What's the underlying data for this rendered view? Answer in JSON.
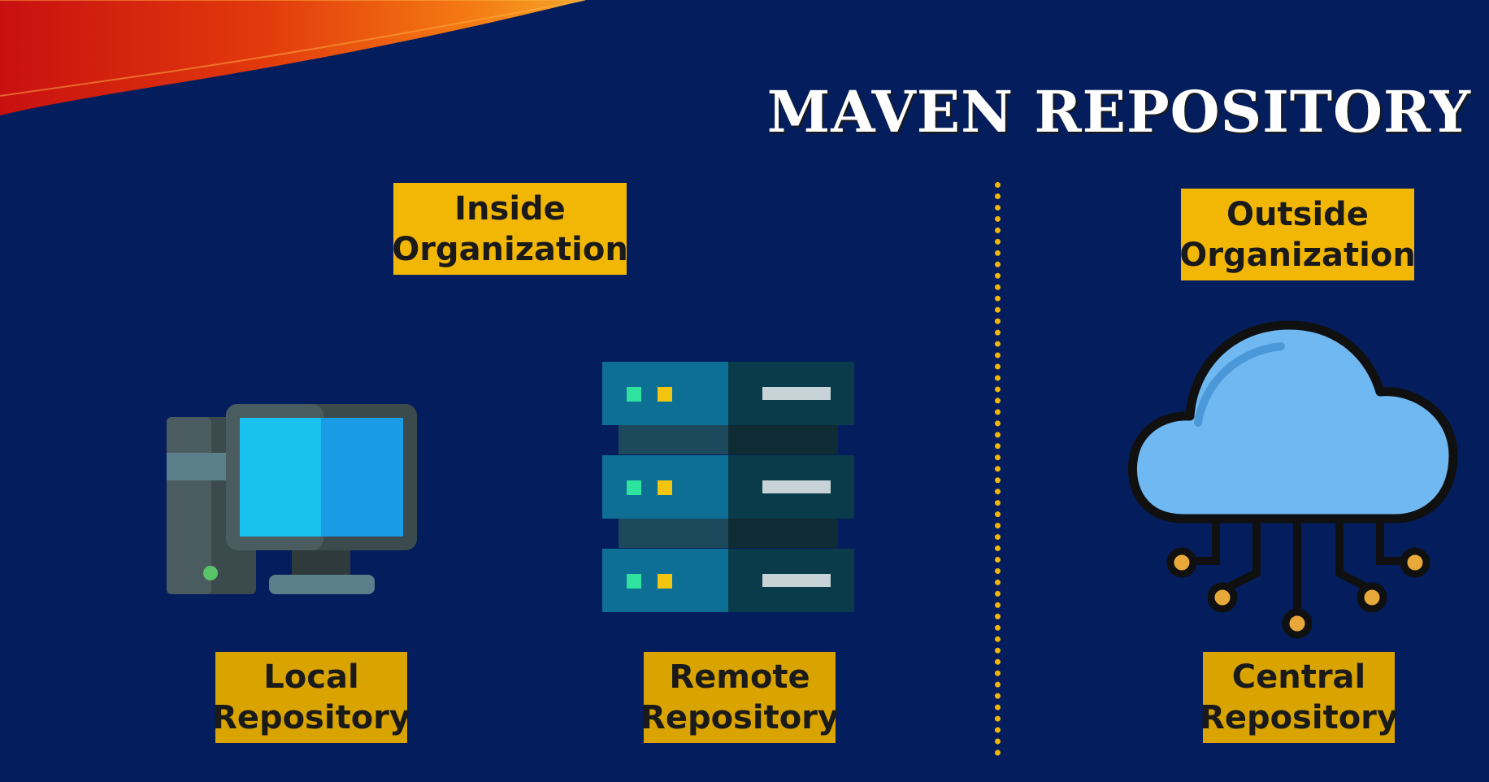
{
  "title": "MAVEN REPOSITORY",
  "groups": {
    "inside": {
      "line1": "Inside",
      "line2": "Organization"
    },
    "outside": {
      "line1": "Outside",
      "line2": "Organization"
    }
  },
  "repositories": {
    "local": {
      "line1": "Local",
      "line2": "Repository",
      "icon": "desktop-computer-icon"
    },
    "remote": {
      "line1": "Remote",
      "line2": "Repository",
      "icon": "server-rack-icon"
    },
    "central": {
      "line1": "Central",
      "line2": "Repository",
      "icon": "cloud-network-icon"
    }
  },
  "colors": {
    "background": "#041d5c",
    "label": "#f2b705",
    "divider": "#f2b705"
  }
}
